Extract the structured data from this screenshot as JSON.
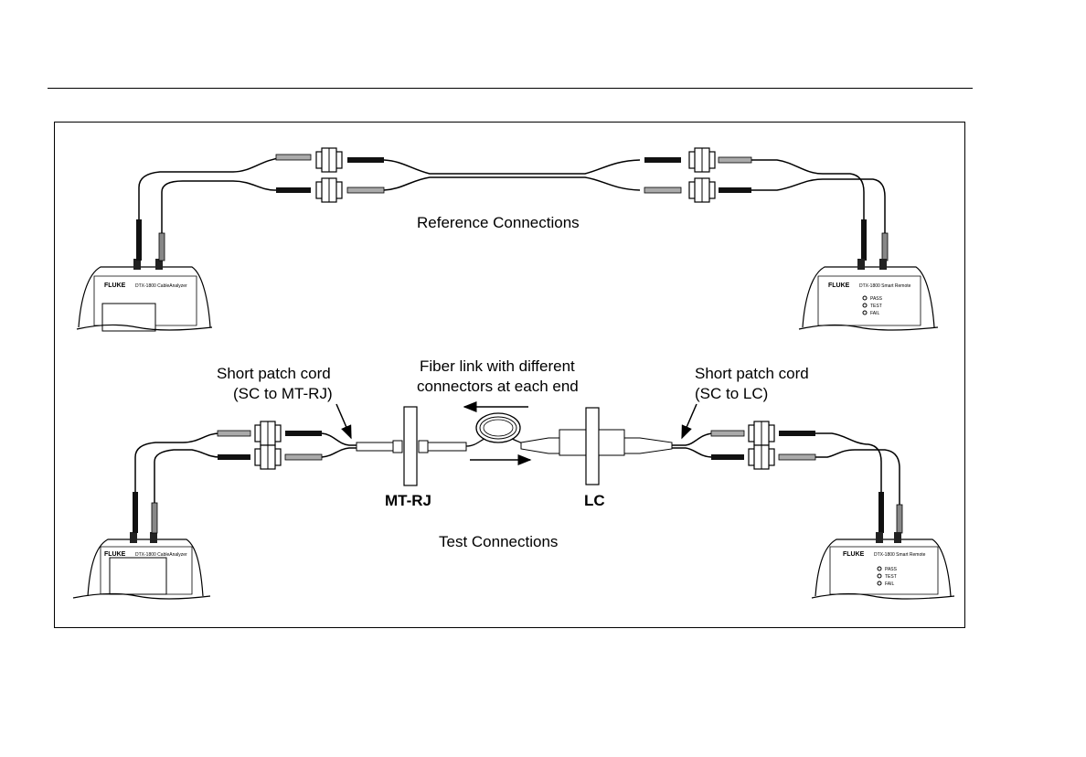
{
  "labels": {
    "reference_connections": "Reference Connections",
    "test_connections": "Test Connections",
    "fiber_link_line1": "Fiber link with different",
    "fiber_link_line2": "connectors at each end",
    "patch_left_line1": "Short patch cord",
    "patch_left_line2": "(SC to MT-RJ)",
    "patch_right_line1": "Short patch cord",
    "patch_right_line2": "(SC to LC)",
    "mtrj": "MT-RJ",
    "lc": "LC"
  },
  "devices": {
    "brand": "FLUKE",
    "main_model": "DTX-1800 CableAnalyzer",
    "remote_model": "DTX-1800 Smart Remote",
    "leds": [
      "PASS",
      "TEST",
      "FAIL"
    ]
  }
}
